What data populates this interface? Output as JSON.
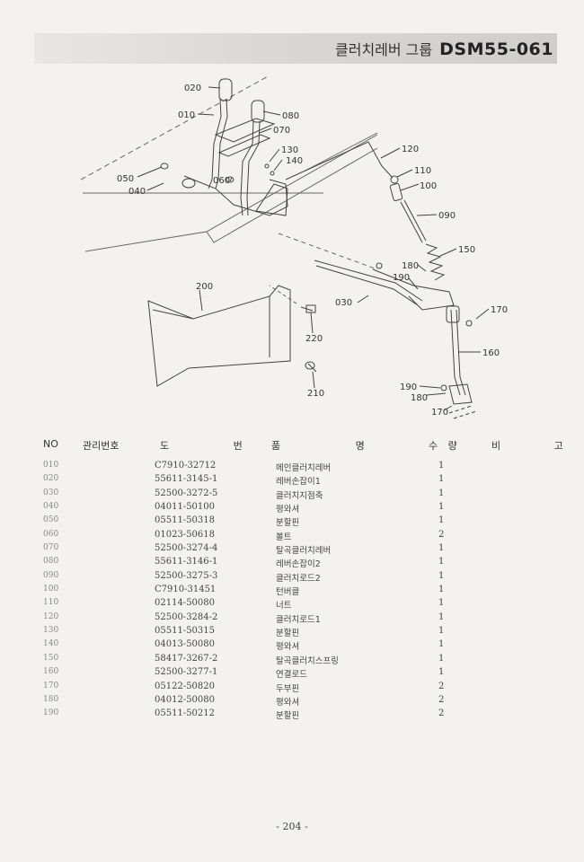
{
  "header": {
    "group_name": "클러치레버 그룹",
    "group_code": "DSM55-061"
  },
  "diagram": {
    "labels": {
      "l020": "020",
      "l010": "010",
      "l080": "080",
      "l070": "070",
      "l130": "130",
      "l140": "140",
      "l120": "120",
      "l110": "110",
      "l100": "100",
      "l050": "050",
      "l040": "040",
      "l060": "060",
      "l090": "090",
      "l150": "150",
      "l180a": "180",
      "l190a": "190",
      "l200": "200",
      "l030": "030",
      "l170a": "170",
      "l220": "220",
      "l160": "160",
      "l210": "210",
      "l190b": "190",
      "l180b": "180",
      "l170b": "170"
    }
  },
  "table": {
    "headers": {
      "no": "NO",
      "mgmt": "관리번호",
      "drawing": "도 번",
      "name": "품 명",
      "qty": "수 량",
      "remarks": "비 고"
    },
    "rows": [
      {
        "no": "010",
        "part": "C7910-32712",
        "name": "메인클러치레버",
        "qty": "1"
      },
      {
        "no": "020",
        "part": "55611-3145-1",
        "name": "레버손잡이1",
        "qty": "1"
      },
      {
        "no": "030",
        "part": "52500-3272-5",
        "name": "클러치지점축",
        "qty": "1"
      },
      {
        "no": "040",
        "part": "04011-50100",
        "name": "평와셔",
        "qty": "1"
      },
      {
        "no": "050",
        "part": "05511-50318",
        "name": "분할핀",
        "qty": "1"
      },
      {
        "no": "060",
        "part": "01023-50618",
        "name": "볼트",
        "qty": "2"
      },
      {
        "no": "070",
        "part": "52500-3274-4",
        "name": "탈곡클러치레버",
        "qty": "1"
      },
      {
        "no": "080",
        "part": "55611-3146-1",
        "name": "레버손잡이2",
        "qty": "1"
      },
      {
        "no": "090",
        "part": "52500-3275-3",
        "name": "클러치로드2",
        "qty": "1"
      },
      {
        "no": "100",
        "part": "C7910-31451",
        "name": "턴버클",
        "qty": "1"
      },
      {
        "no": "110",
        "part": "02114-50080",
        "name": "너트",
        "qty": "1"
      },
      {
        "no": "120",
        "part": "52500-3284-2",
        "name": "클러치로드1",
        "qty": "1"
      },
      {
        "no": "130",
        "part": "05511-50315",
        "name": "분할핀",
        "qty": "1"
      },
      {
        "no": "140",
        "part": "04013-50080",
        "name": "평와셔",
        "qty": "1"
      },
      {
        "no": "150",
        "part": "58417-3267-2",
        "name": "탈곡클러치스프링",
        "qty": "1"
      },
      {
        "no": "160",
        "part": "52500-3277-1",
        "name": "연결로드",
        "qty": "1"
      },
      {
        "no": "170",
        "part": "05122-50820",
        "name": "두부핀",
        "qty": "2"
      },
      {
        "no": "180",
        "part": "04012-50080",
        "name": "평와셔",
        "qty": "2"
      },
      {
        "no": "190",
        "part": "05511-50212",
        "name": "분할핀",
        "qty": "2"
      }
    ]
  },
  "footer": {
    "page": "- 204 -"
  }
}
